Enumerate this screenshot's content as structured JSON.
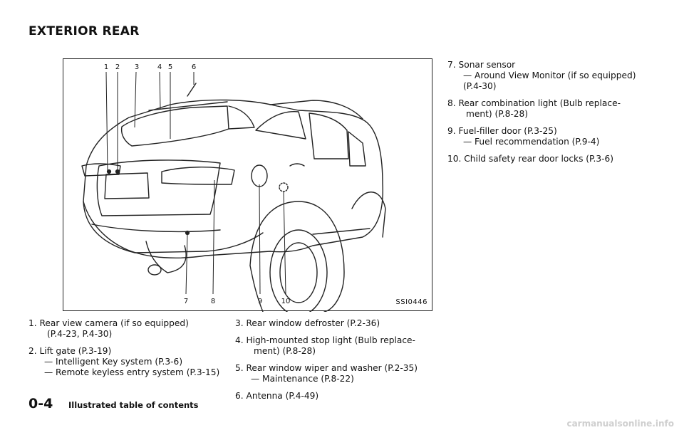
{
  "page": {
    "section_title": "EXTERIOR REAR",
    "figure_code": "SSI0446",
    "callouts": [
      "1",
      "2",
      "3",
      "4",
      "5",
      "6",
      "7",
      "8",
      "9",
      "10"
    ],
    "page_number": "0-4",
    "footer_text": "Illustrated table of contents",
    "watermark": "carmanualsonline.info"
  },
  "items_col1": [
    {
      "lines": [
        "1. Rear view camera (if so equipped)"
      ],
      "cont": [
        "(P.4-23, P.4-30)"
      ],
      "subs": []
    },
    {
      "lines": [
        "2. Lift gate (P.3-19)"
      ],
      "cont": [],
      "subs": [
        "— Intelligent Key system (P.3-6)",
        "— Remote keyless entry system (P.3-15)"
      ]
    }
  ],
  "items_col2": [
    {
      "lines": [
        "3. Rear window defroster (P.2-36)"
      ],
      "cont": [],
      "subs": []
    },
    {
      "lines": [
        "4. High-mounted stop light (Bulb replace-"
      ],
      "cont": [
        "ment) (P.8-28)"
      ],
      "subs": []
    },
    {
      "lines": [
        "5. Rear window wiper and washer (P.2-35)"
      ],
      "cont": [],
      "subs": [
        "— Maintenance (P.8-22)"
      ]
    },
    {
      "lines": [
        "6. Antenna (P.4-49)"
      ],
      "cont": [],
      "subs": []
    }
  ],
  "items_col3": [
    {
      "lines": [
        "7. Sonar sensor"
      ],
      "cont": [],
      "subs": [
        "— Around View Monitor (if so equipped)",
        "(P.4-30)"
      ]
    },
    {
      "lines": [
        "8. Rear combination light (Bulb replace-"
      ],
      "cont": [
        "ment) (P.8-28)"
      ],
      "subs": []
    },
    {
      "lines": [
        "9. Fuel-filler door (P.3-25)"
      ],
      "cont": [],
      "subs": [
        "— Fuel recommendation (P.9-4)"
      ]
    },
    {
      "lines": [
        "10. Child safety rear door locks (P.3-6)"
      ],
      "cont": [],
      "subs": []
    }
  ]
}
